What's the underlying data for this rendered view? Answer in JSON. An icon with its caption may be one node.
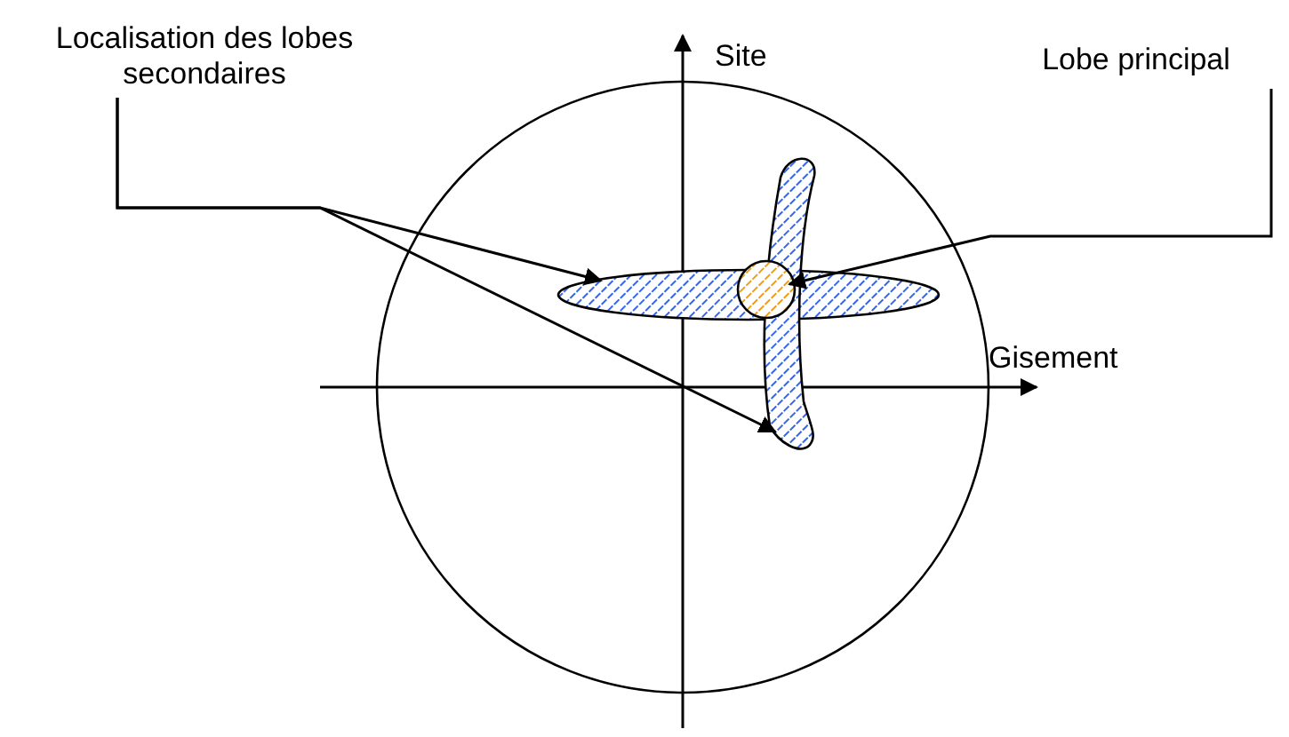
{
  "diagram": {
    "nodes": [
      {
        "text": [
          "Localisation des lobes secondaires"
        ]
      },
      {
        "text": [],
        "shape": "ellipse"
      },
      {
        "text": [],
        "shape": "crescent"
      },
      {
        "text": [
          "Lobe principal"
        ]
      },
      {
        "text": [],
        "shape": "circle"
      }
    ],
    "edges": [
      {
        "from": 0,
        "to": 1,
        "arrow": "to"
      },
      {
        "from": 0,
        "to": 2,
        "arrow": "to"
      },
      {
        "from": 3,
        "to": 4,
        "arrow": "to"
      }
    ],
    "labels": [
      "Site",
      "Gisement"
    ]
  }
}
